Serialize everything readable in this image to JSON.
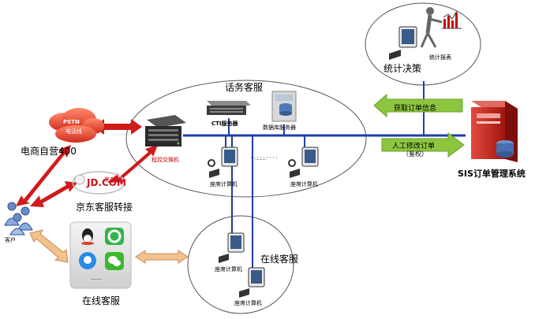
{
  "labels": {
    "stats_decision": "统计决策",
    "stats_report": "统计报表",
    "traffic_service": "话务客服",
    "cti_server": "CTI服务器",
    "db_server": "数据库服务器",
    "program_switch": "程控交换机",
    "seat_computer": "座席计算机",
    "pstn_title": "PSTN",
    "pstn_sub": "电话线",
    "ecommerce_400": "电商自营400",
    "jd_logo": "JD.COM",
    "jd_cn": "京东",
    "jd_transfer": "京东客服转接",
    "customer": "客户",
    "online_service": "在线客服",
    "get_order_info": "获取订单信息",
    "manual_modify_line1": "人工修改订单",
    "manual_modify_line2": "（鉴权）",
    "sis_system": "SIS订单管理系统",
    "dots_ellipsis": "……",
    "dots_small": "……",
    "apps_more": "……"
  },
  "colors": {
    "network_line": "#1f3da8",
    "red_arrow": "#d11a1a",
    "green_arrow": "#8cc63f",
    "orange_arrow": "#f2c28c",
    "ellipse_border": "#555555",
    "cloud_fill": "#e33b2b",
    "server_red": "#c8231f"
  },
  "icons": [
    "monitor-icon",
    "server-icon",
    "switch-icon",
    "cloud-icon",
    "users-icon",
    "chart-icon",
    "qq-icon",
    "wechat-icon",
    "app-icon"
  ]
}
